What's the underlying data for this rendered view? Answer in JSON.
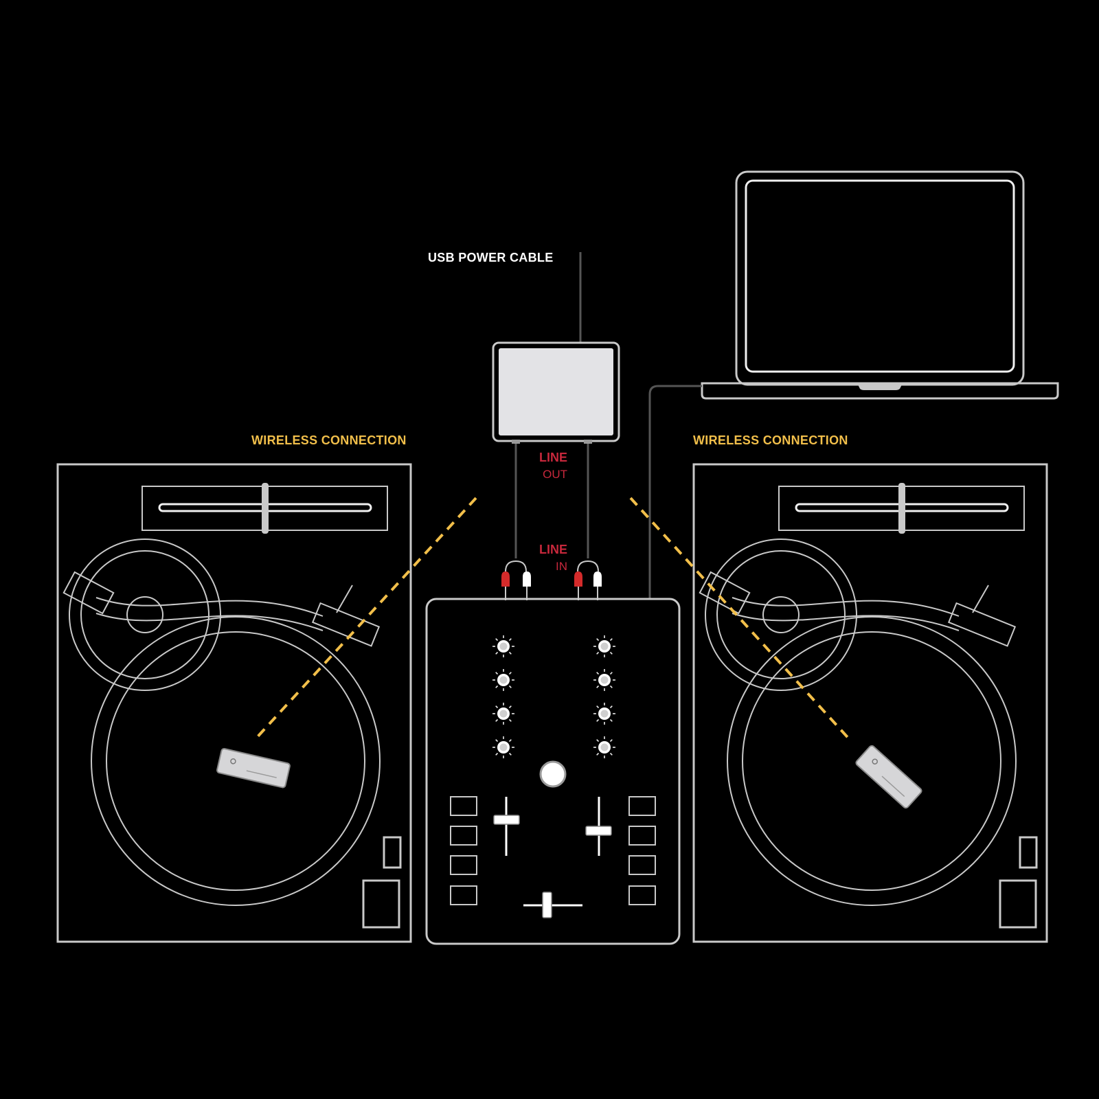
{
  "labels": {
    "usb_power_cable": "USB POWER CABLE",
    "wireless_left": "WIRELESS CONNECTION",
    "wireless_right": "WIRELESS CONNECTION",
    "line_out_top": "LINE",
    "line_out_bottom": "OUT",
    "line_in_top": "LINE",
    "line_in_bottom": "IN"
  },
  "colors": {
    "background": "#000000",
    "outline": "#c9c9c9",
    "wireless": "#f2bf4a",
    "line_text": "#c8283c",
    "rca_red": "#d42b2b",
    "rca_white": "#ffffff",
    "interface_fill": "#e3e3e6"
  },
  "icons": [
    "turntable-icon",
    "dj-mixer-icon",
    "audio-interface-icon",
    "laptop-icon",
    "rca-plug-icon",
    "wireless-sensor-icon"
  ]
}
